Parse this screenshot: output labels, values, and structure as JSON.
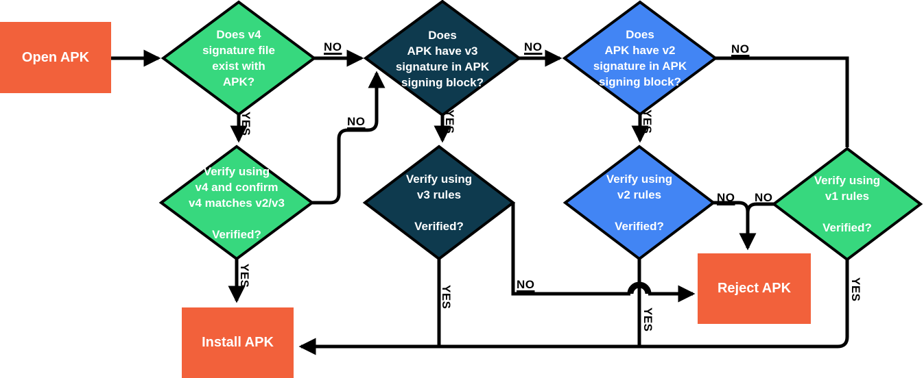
{
  "colors": {
    "green": "#37D87E",
    "navy": "#0E3A4E",
    "blue": "#4285F4",
    "orange": "#F2613B",
    "line": "#000000",
    "text_on_shape": "#FFFFFF",
    "edge_label_text": "#000000",
    "background": "#FFFFFF"
  },
  "nodes": {
    "open_apk": {
      "label": "Open APK"
    },
    "v4_exists": {
      "question": "Does v4\nsignature file\nexist with\nAPK?"
    },
    "v3_block": {
      "question": "Does\nAPK have v3\nsignature in APK\nsigning block?"
    },
    "v2_block": {
      "question": "Does\nAPK have v2\nsignature in APK\nsigning block?"
    },
    "v4_verify": {
      "question": "Verify using\nv4 and confirm\nv4 matches v2/v3\n\nVerified?"
    },
    "v3_verify": {
      "question": "Verify using\nv3 rules\n\nVerified?"
    },
    "v2_verify": {
      "question": "Verify using\nv2 rules\n\nVerified?"
    },
    "v1_verify": {
      "question": "Verify using\nv1 rules\n\nVerified?"
    },
    "reject_apk": {
      "label": "Reject APK"
    },
    "install_apk": {
      "label": "Install APK"
    }
  },
  "edge_labels": {
    "yes": "YES",
    "no": "NO"
  }
}
